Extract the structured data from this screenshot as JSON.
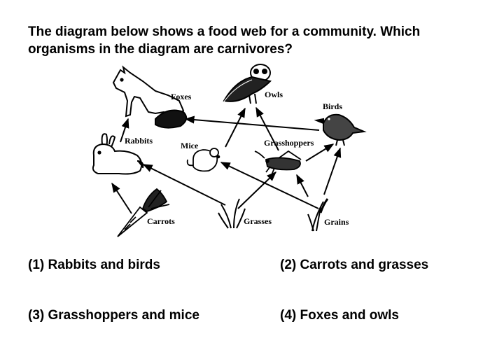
{
  "question": {
    "line1": "The diagram below shows a food web for a community. Which",
    "line2": "organisms in the diagram are carnivores?"
  },
  "food_web": {
    "organisms": {
      "foxes": "Foxes",
      "owls": "Owls",
      "birds": "Birds",
      "rabbits": "Rabbits",
      "mice": "Mice",
      "grasshoppers": "Grasshoppers",
      "carrots": "Carrots",
      "grasses": "Grasses",
      "grains": "Grains"
    }
  },
  "choices": [
    "(1) Rabbits and birds",
    "(2) Carrots and grasses",
    "(3) Grasshoppers and mice",
    "(4) Foxes and owls"
  ]
}
